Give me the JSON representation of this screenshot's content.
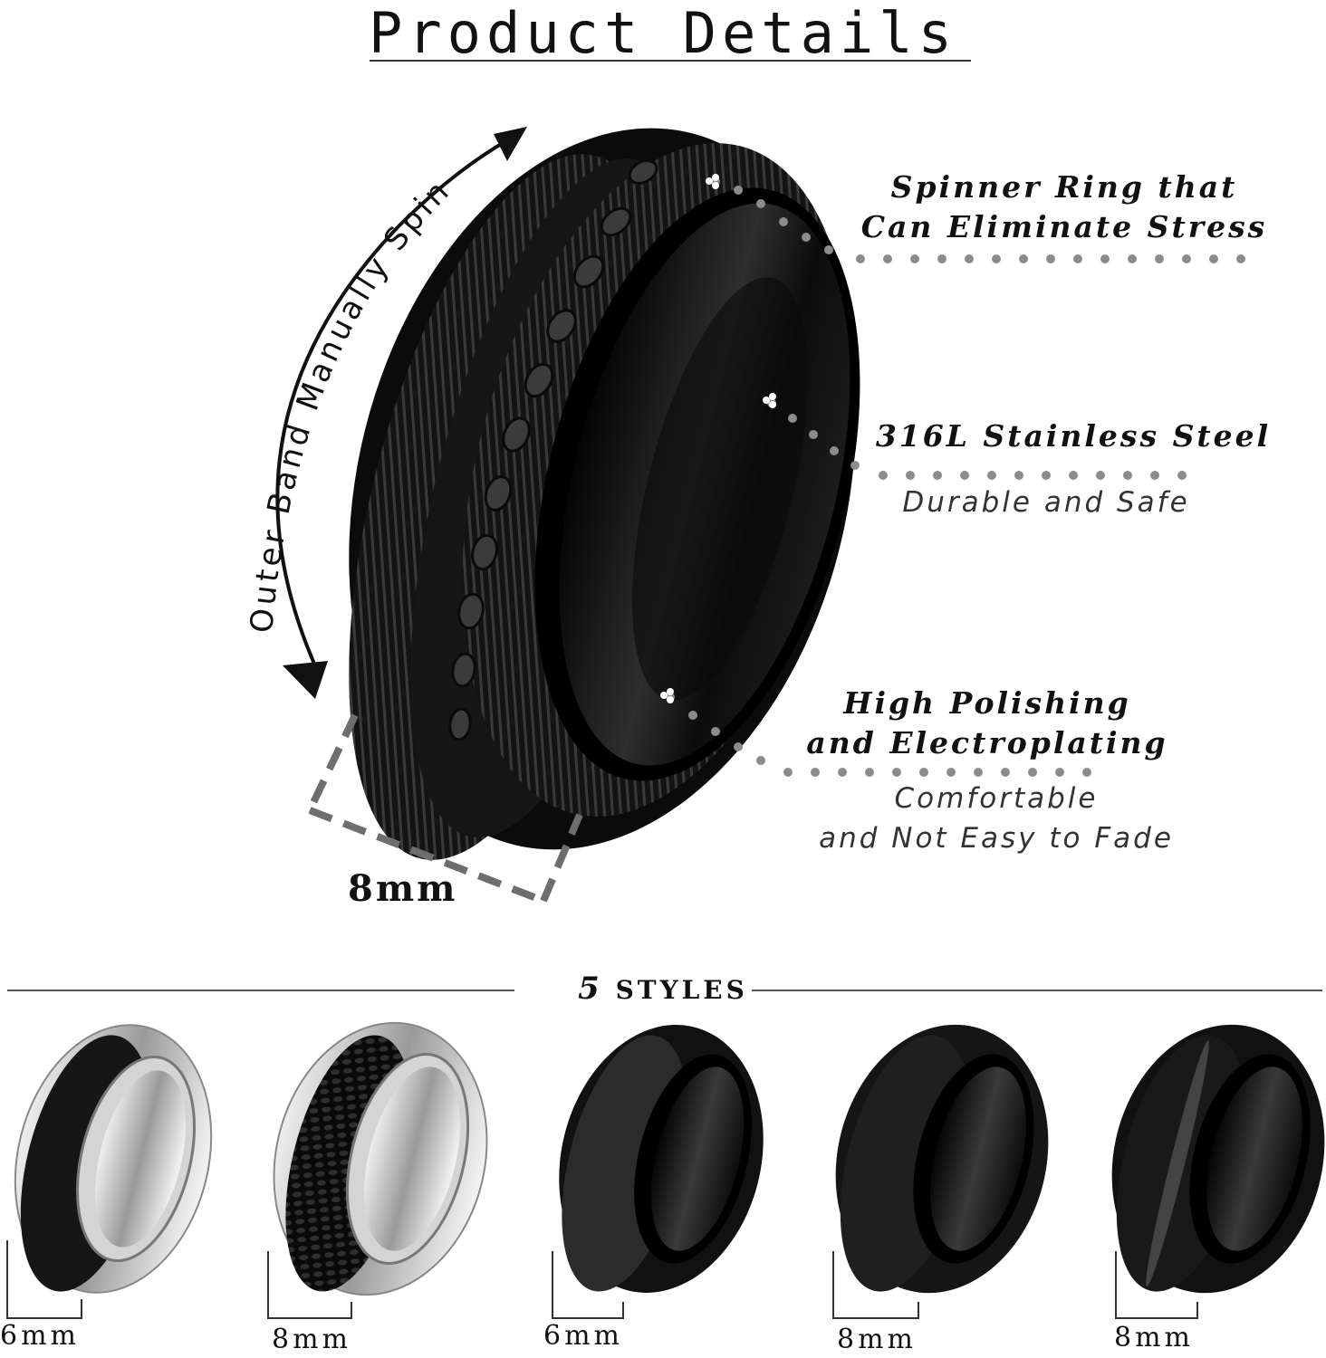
{
  "header": {
    "title": "Product Details"
  },
  "main_ring": {
    "spin_label": "Outer Band Manually Spin",
    "width_label": "8mm"
  },
  "features": [
    {
      "title_lines": [
        "Spinner Ring that",
        "Can Eliminate Stress"
      ],
      "subtitle_lines": []
    },
    {
      "title_lines": [
        "316L Stainless Steel"
      ],
      "subtitle_lines": [
        "Durable and Safe"
      ]
    },
    {
      "title_lines": [
        "High Polishing",
        "and Electroplating"
      ],
      "subtitle_lines": [
        "Comfortable",
        "and Not Easy to Fade"
      ]
    }
  ],
  "styles_section": {
    "count": "5",
    "label": "STYLES",
    "items": [
      {
        "width": "6mm",
        "outer": "#1a1a1a",
        "inner": "silver"
      },
      {
        "width": "8mm",
        "outer": "chain",
        "inner": "silver"
      },
      {
        "width": "6mm",
        "outer": "#2a2a2a",
        "inner": "black"
      },
      {
        "width": "8mm",
        "outer": "#1e1e1e",
        "inner": "black"
      },
      {
        "width": "8mm",
        "outer": "#151515",
        "inner": "black"
      }
    ]
  },
  "colors": {
    "ring_black": "#111111",
    "silver": "#c8c8c8",
    "dot_gray": "#8c8c8c",
    "dash_gray": "#6e6e6e"
  }
}
